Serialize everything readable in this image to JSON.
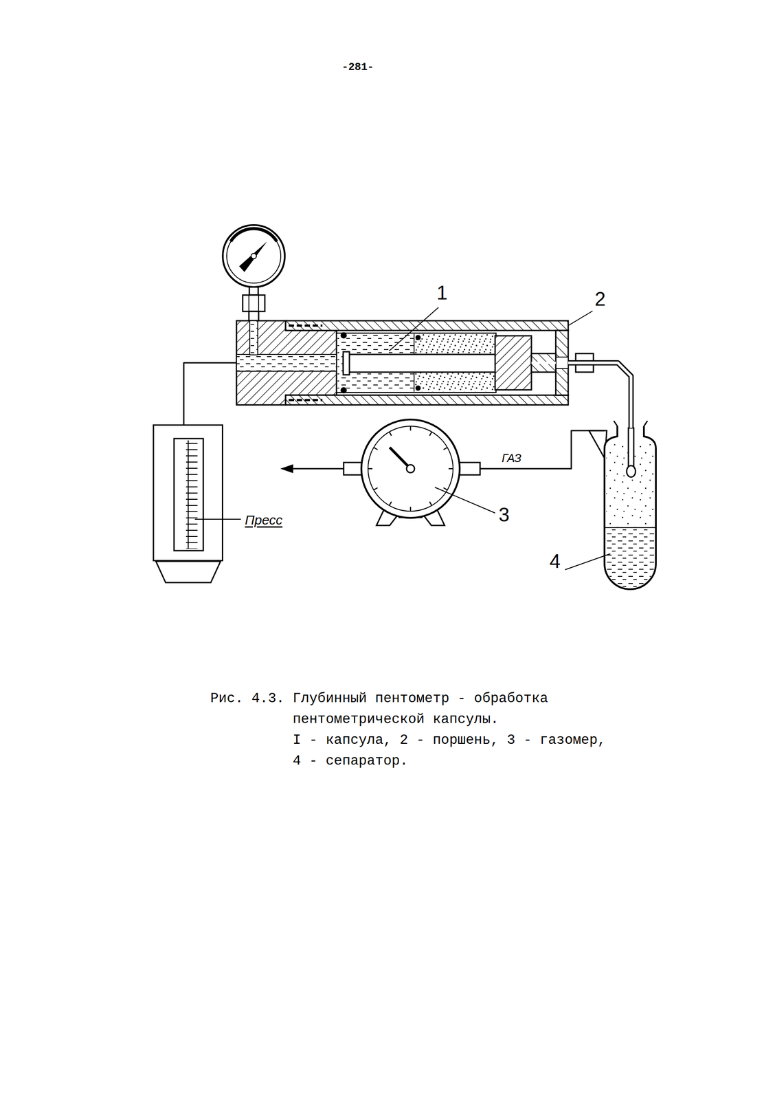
{
  "diagram": {
    "caption": "Рис. 4.3. Глубинный пентометр - обработка пентометрической капсулы.",
    "nodes": [
      {
        "text": [
          "Пресс"
        ]
      },
      {
        "text": [
          "1"
        ]
      },
      {
        "text": [
          "4"
        ]
      },
      {
        "text": [
          "3"
        ]
      }
    ],
    "edges": [
      {
        "from": 0,
        "to": 1,
        "arrow": "none"
      },
      {
        "from": 1,
        "to": 2,
        "arrow": "none"
      },
      {
        "from": 2,
        "to": 3,
        "label": "ГАЗ",
        "arrow": "none"
      }
    ],
    "labels": [
      "-281-",
      "2",
      "I - капсула, 2 - поршень, 3 - газомер, 4 - сепаратор."
    ]
  }
}
